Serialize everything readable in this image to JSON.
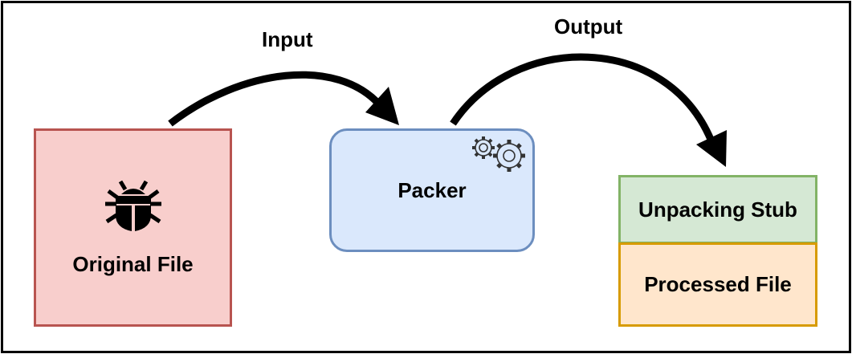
{
  "labels": {
    "input": "Input",
    "output": "Output"
  },
  "nodes": {
    "original_file": {
      "label": "Original File",
      "icon": "bug-icon"
    },
    "packer": {
      "label": "Packer",
      "icon": "gears-icon"
    },
    "unpacking_stub": {
      "label": "Unpacking Stub"
    },
    "processed_file": {
      "label": "Processed File"
    }
  },
  "colors": {
    "original_fill": "#f8cecc",
    "original_stroke": "#b85450",
    "packer_fill": "#dae8fc",
    "packer_stroke": "#6c8ebf",
    "stub_fill": "#d5e8d4",
    "stub_stroke": "#82b366",
    "processed_fill": "#ffe6cc",
    "processed_stroke": "#d79b00"
  }
}
